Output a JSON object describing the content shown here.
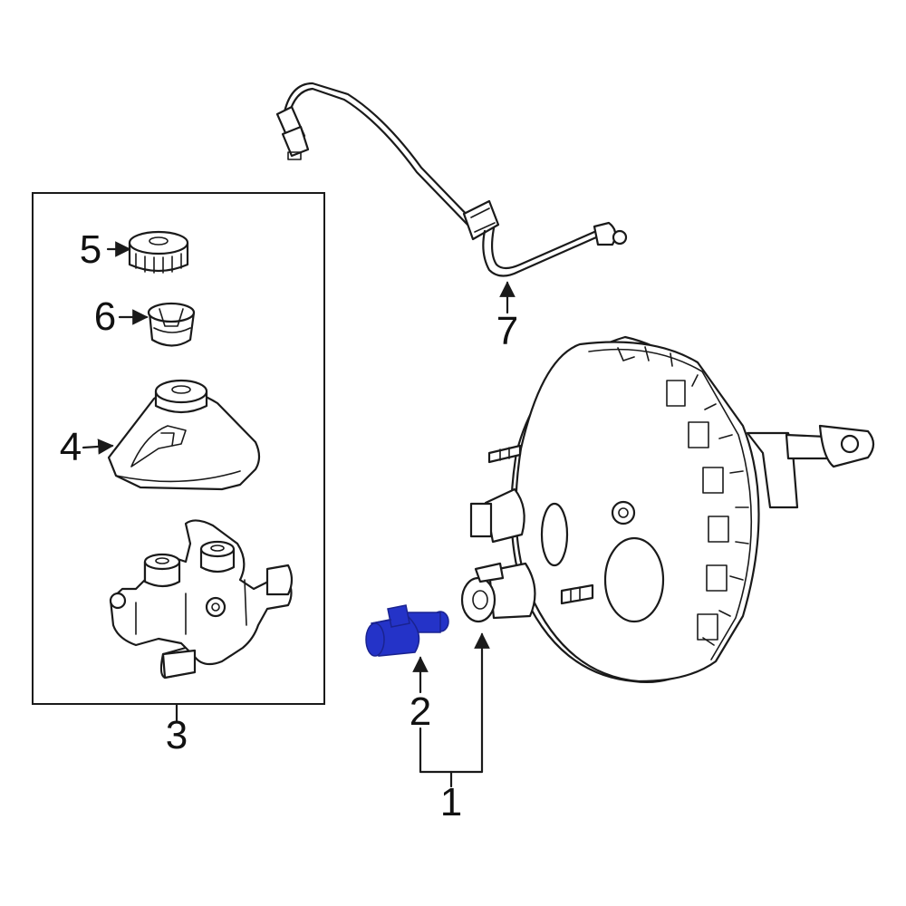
{
  "colors": {
    "line": "#1a1a1a",
    "highlight": "#2433c8",
    "highlight_shade": "#1a2390",
    "background": "#ffffff"
  },
  "callouts": [
    {
      "id": "1",
      "label": "1"
    },
    {
      "id": "2",
      "label": "2"
    },
    {
      "id": "3",
      "label": "3"
    },
    {
      "id": "4",
      "label": "4"
    },
    {
      "id": "5",
      "label": "5"
    },
    {
      "id": "6",
      "label": "6"
    },
    {
      "id": "7",
      "label": "7"
    }
  ],
  "highlighted_part": "2"
}
